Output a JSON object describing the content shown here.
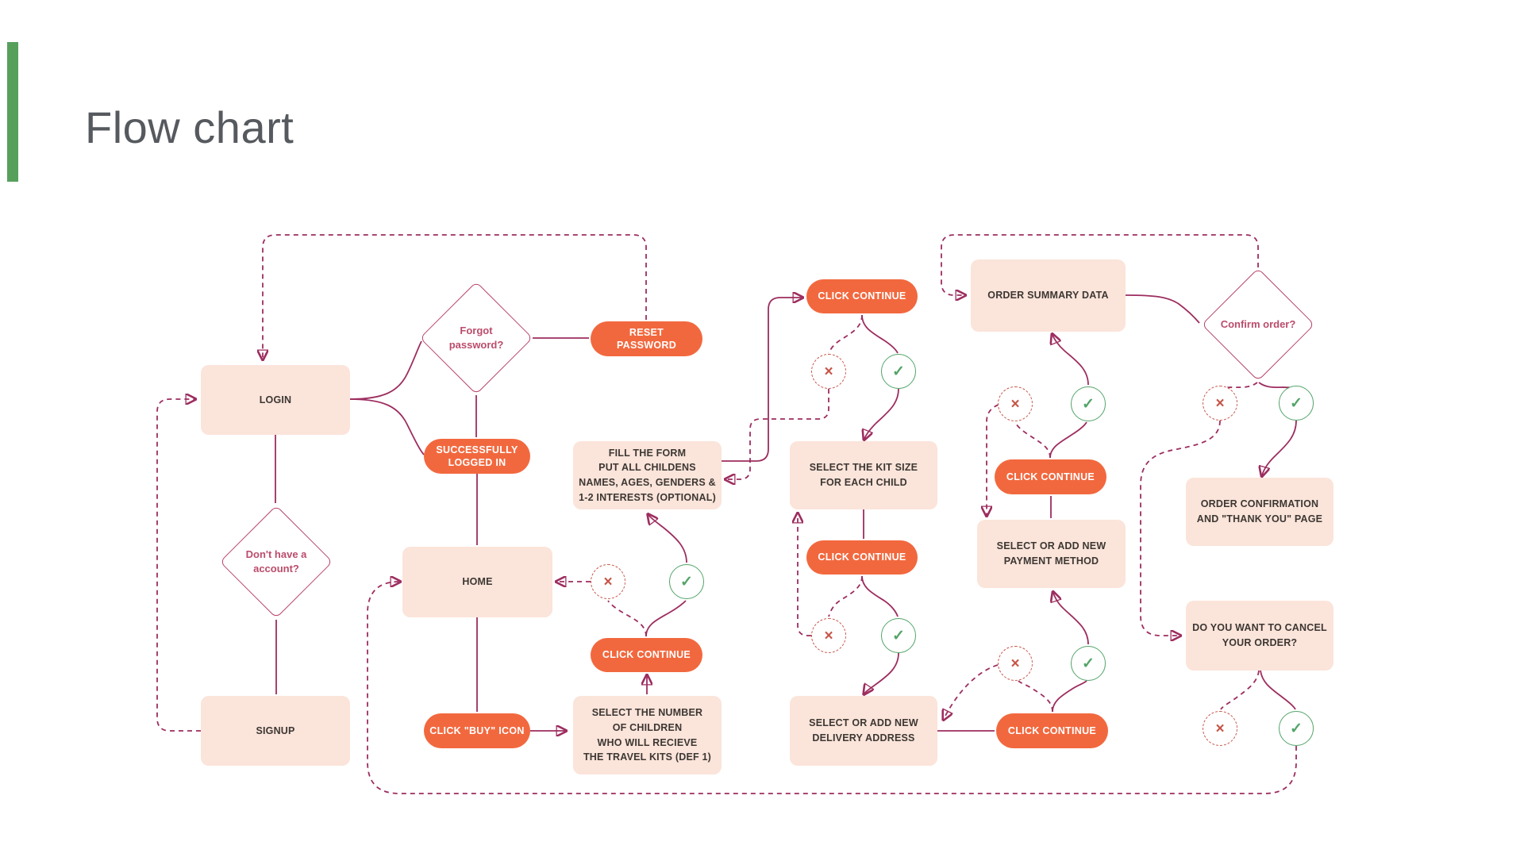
{
  "slide": {
    "title": "Flow chart"
  },
  "colors": {
    "accent_bar": "#57a05c",
    "node_fill": "#fbe4da",
    "pill_fill": "#f2683e",
    "connector": "#9d2d5f",
    "fail": "#c65447",
    "success": "#53a469"
  },
  "flowchart": {
    "nodes": {
      "login": "LOGIN",
      "forgot_password": "Forgot\npassword?",
      "reset_password": "RESET\nPASSWORD",
      "successfully_logged_in": "SUCCESSFULLY\nLOGGED IN",
      "dont_have_account": "Don't have a\naccount?",
      "signup": "SIGNUP",
      "home": "HOME",
      "fill_form": "FILL THE FORM\nPUT ALL CHILDENS\nNAMES, AGES, GENDERS &\n1-2 INTERESTS (OPTIONAL)",
      "click_continue": "CLICK CONTINUE",
      "select_number": "SELECT THE NUMBER\nOF CHILDREN\nWHO WILL RECIEVE\nTHE TRAVEL KITS (DEF 1)",
      "click_buy": "CLICK \"BUY\" ICON",
      "select_kit_size": "SELECT THE KIT SIZE\nFOR EACH CHILD",
      "select_delivery": "SELECT OR ADD NEW\nDELIVERY ADDRESS",
      "select_payment": "SELECT OR ADD NEW\nPAYMENT METHOD",
      "order_summary": "ORDER SUMMARY DATA",
      "confirm_order": "Confirm order?",
      "order_confirmation": "ORDER CONFIRMATION\nAND \"THANK YOU\" PAGE",
      "cancel_order": "DO YOU WANT TO CANCEL\nYOUR ORDER?"
    },
    "icons": {
      "fail": "×",
      "success": "✓"
    }
  }
}
